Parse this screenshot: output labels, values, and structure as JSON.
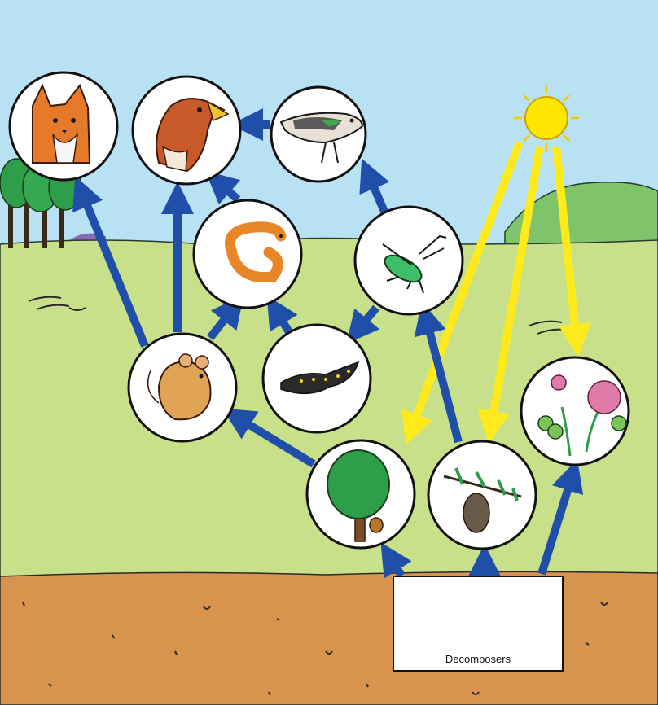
{
  "diagram": {
    "decomposers_label": "Decomposers",
    "organisms": [
      {
        "id": "fox",
        "name": "fox-icon"
      },
      {
        "id": "hawk",
        "name": "hawk-icon"
      },
      {
        "id": "bird",
        "name": "songbird-icon"
      },
      {
        "id": "snake",
        "name": "snake-icon"
      },
      {
        "id": "insect",
        "name": "beetle-icon"
      },
      {
        "id": "mouse",
        "name": "mouse-icon"
      },
      {
        "id": "salamander",
        "name": "salamander-icon"
      },
      {
        "id": "tree",
        "name": "oak-tree-icon"
      },
      {
        "id": "pine",
        "name": "pine-branch-icon"
      },
      {
        "id": "clover",
        "name": "clover-icon"
      }
    ],
    "arrows": [
      {
        "from": "mouse",
        "to": "fox"
      },
      {
        "from": "mouse",
        "to": "hawk"
      },
      {
        "from": "mouse",
        "to": "snake"
      },
      {
        "from": "snake",
        "to": "hawk"
      },
      {
        "from": "bird",
        "to": "hawk"
      },
      {
        "from": "insect",
        "to": "bird"
      },
      {
        "from": "insect",
        "to": "salamander"
      },
      {
        "from": "salamander",
        "to": "snake"
      },
      {
        "from": "tree",
        "to": "mouse"
      },
      {
        "from": "pine",
        "to": "insect"
      },
      {
        "from": "decomposers",
        "to": "tree"
      },
      {
        "from": "decomposers",
        "to": "pine"
      },
      {
        "from": "decomposers",
        "to": "clover"
      }
    ],
    "sun_arrows": [
      "tree",
      "pine",
      "clover"
    ],
    "colors": {
      "sky": "#b8e2f4",
      "grass": "#c9e08a",
      "soil": "#d8944f",
      "energy_arrow": "#1f4fa8",
      "sun_arrow": "#ffea1c",
      "sun": "#ffe600"
    }
  }
}
